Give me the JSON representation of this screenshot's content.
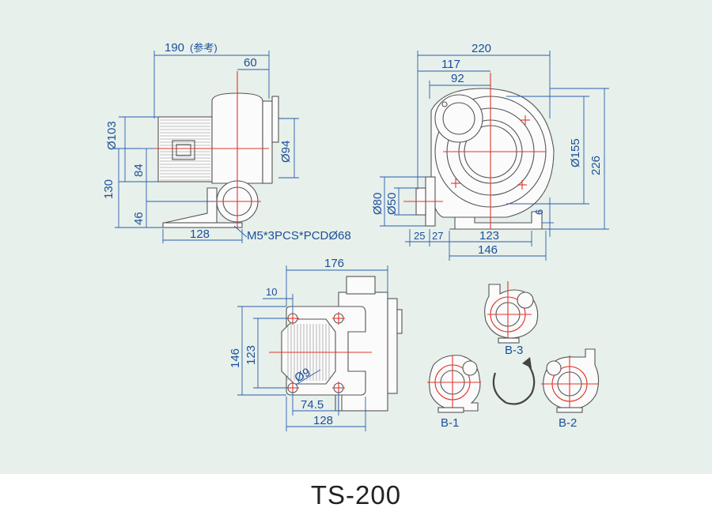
{
  "title": "TS-200",
  "side_view": {
    "dims": {
      "overall_length": "190",
      "overall_length_note": "(参考)",
      "outlet_offset": "60",
      "motor_dia": "Ø103",
      "outlet_dia": "Ø94",
      "center_height_84": "84",
      "total_height": "130",
      "outlet_height": "46",
      "base_length": "128"
    },
    "mount_note": "M5*3PCS*PCDØ68"
  },
  "front_view": {
    "dims": {
      "overall_width": "220",
      "width_117": "117",
      "width_92": "92",
      "outer_dia": "Ø155",
      "overall_height": "226",
      "flange_dia": "Ø80",
      "outlet_dia": "Ø50",
      "base_thickness": "6",
      "offset_25": "25",
      "offset_27": "27",
      "base_123": "123",
      "base_146": "146"
    }
  },
  "top_view": {
    "dims": {
      "width_176": "176",
      "edge_10": "10",
      "height_146": "146",
      "height_123": "123",
      "hole_dia": "Ø9",
      "hole_spacing": "74.5",
      "base_128": "128"
    }
  },
  "orientations": {
    "b1": "B-1",
    "b2": "B-2",
    "b3": "B-3"
  },
  "colors": {
    "background": "#e7f0ea",
    "dimension": "#1c4f9c",
    "outline": "#555555",
    "centerline": "#e2342a"
  }
}
